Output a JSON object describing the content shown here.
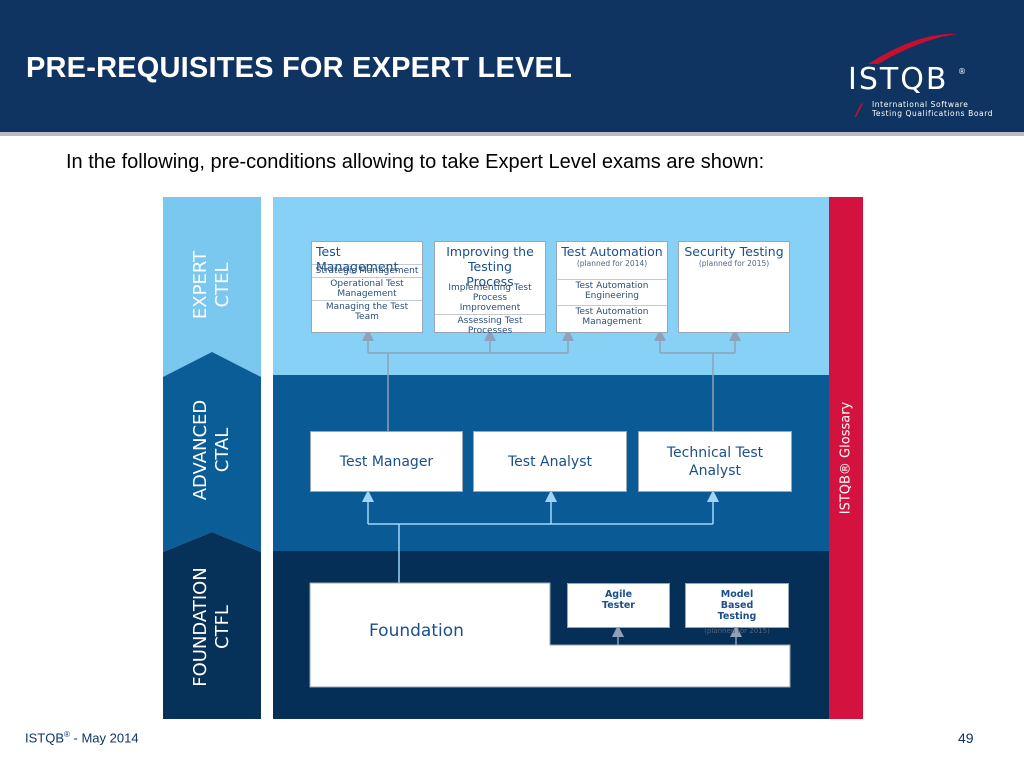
{
  "header": {
    "title": "PRE-REQUISITES FOR EXPERT LEVEL",
    "logo": {
      "name": "ISTQB",
      "registered": "®",
      "subtitle_line1": "International Software",
      "subtitle_line2": "Testing Qualifications Board"
    }
  },
  "subtitle": "In the following, pre-conditions allowing to take Expert Level exams are shown:",
  "diagram": {
    "levels": {
      "expert": {
        "line1": "EXPERT",
        "line2": "CTEL"
      },
      "advanced": {
        "line1": "ADVANCED",
        "line2": "CTAL"
      },
      "foundation": {
        "line1": "FOUNDATION",
        "line2": "CTFL"
      }
    },
    "glossary": "ISTQB® Glossary",
    "expert_modules": [
      {
        "title": "Test Management",
        "rows": [
          "Strategic Management",
          "Operational Test Management",
          "Managing the Test Team"
        ]
      },
      {
        "title": "Improving the Testing Process",
        "rows": [
          "Implementing Test Process Improvement",
          "Assessing Test Processes"
        ]
      },
      {
        "title": "Test Automation",
        "note": "(planned for 2014)",
        "rows": [
          "Test Automation Engineering",
          "Test Automation Management"
        ]
      },
      {
        "title": "Security Testing",
        "note": "(planned for 2015)"
      }
    ],
    "advanced_modules": [
      "Test Manager",
      "Test Analyst",
      "Technical Test Analyst"
    ],
    "foundation": {
      "label": "Foundation",
      "extensions": [
        {
          "title": "Agile Tester"
        },
        {
          "title": "Model Based Testing",
          "note": "(planned for 2015)"
        }
      ]
    },
    "colors": {
      "expert_band": "#87d0f6",
      "advanced_band": "#0a5a96",
      "foundation_band": "#062f57",
      "glossary_bar": "#d3123f",
      "connector": "#8fa0b8"
    }
  },
  "footer": {
    "left": "ISTQB",
    "left_sup": "®",
    "left_suffix": " - May 2014",
    "page_number": "49"
  }
}
